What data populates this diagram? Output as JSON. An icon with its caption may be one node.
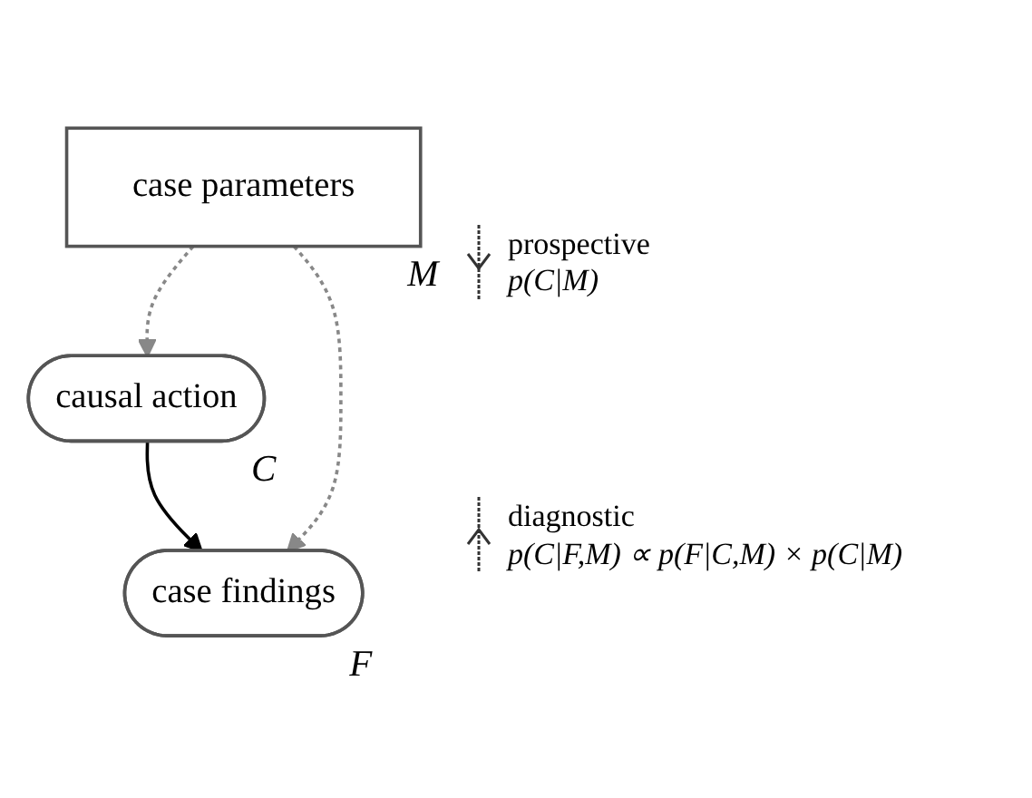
{
  "diagram": {
    "nodes": [
      {
        "text": [
          "case parameters"
        ],
        "beside": [
          "M"
        ]
      },
      {
        "text": [
          "causal action"
        ],
        "beside": [
          "C"
        ]
      },
      {
        "text": [
          "case findings"
        ],
        "beside": [
          "F"
        ]
      }
    ],
    "edges": [
      {
        "from": 0,
        "to": 1,
        "arrow": "to",
        "style": "dashed"
      },
      {
        "from": 1,
        "to": 2,
        "arrow": "to",
        "color": "#000000"
      },
      {
        "from": 0,
        "to": 2,
        "arrow": "to",
        "style": "dashed"
      }
    ],
    "labels": [
      "prospective",
      "p(C|M)",
      "diagnostic",
      "p(C|F,M) ∝ p(F|C,M) × p(C|M)"
    ]
  }
}
